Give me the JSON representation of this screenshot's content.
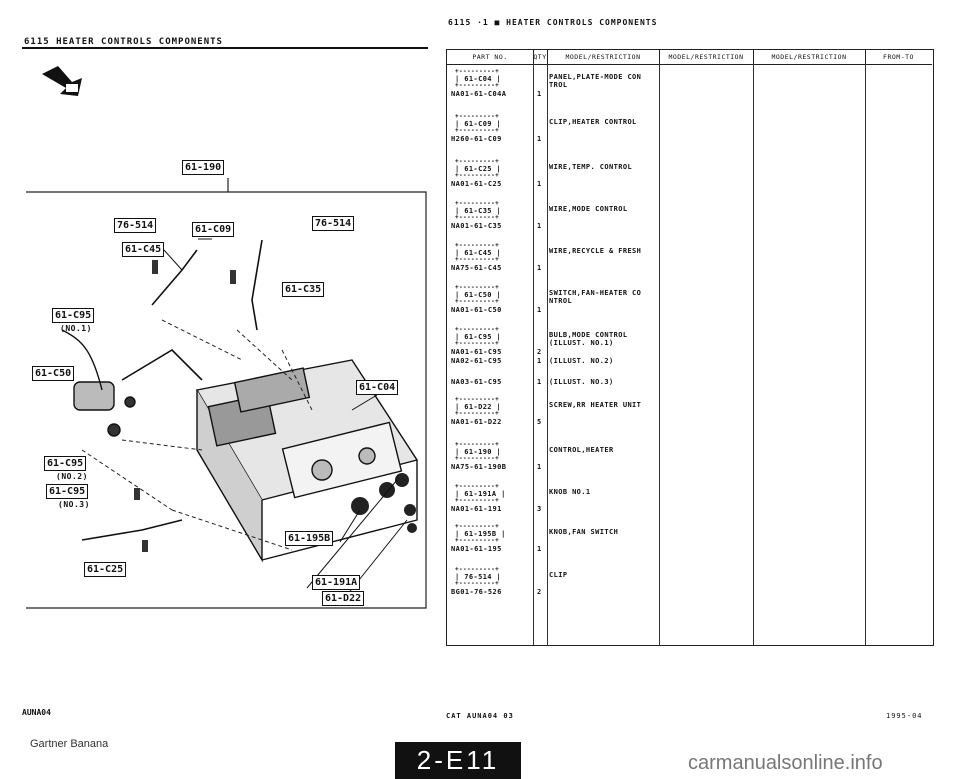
{
  "left_header": {
    "title": "6115    HEATER CONTROLS COMPONENTS"
  },
  "right_header": {
    "title": "6115  ·1 ■  HEATER CONTROLS COMPONENTS"
  },
  "table": {
    "columns": [
      "PART NO.",
      "QTY",
      "MODEL/RESTRICTION",
      "MODEL/RESTRICTION",
      "MODEL/RESTRICTION",
      "FROM-TO"
    ],
    "rows": [
      {
        "code": "61-C04",
        "part_no": "NA01-61-C04A",
        "qty": "1",
        "desc": "PANEL,PLATE-MODE CON TROL"
      },
      {
        "code": "61-C09",
        "part_no": "H260-61-C09",
        "qty": "1",
        "desc": "CLIP,HEATER CONTROL"
      },
      {
        "code": "61-C25",
        "part_no": "NA01-61-C25",
        "qty": "1",
        "desc": "WIRE,TEMP. CONTROL"
      },
      {
        "code": "61-C35",
        "part_no": "NA01-61-C35",
        "qty": "1",
        "desc": "WIRE,MODE CONTROL"
      },
      {
        "code": "61-C45",
        "part_no": "NA75-61-C45",
        "qty": "1",
        "desc": "WIRE,RECYCLE & FRESH"
      },
      {
        "code": "61-C50",
        "part_no": "NA01-61-C50",
        "qty": "1",
        "desc": "SWITCH,FAN-HEATER CO NTROL"
      },
      {
        "code": "61-C95",
        "part_no": "NA01-61-C95",
        "qty": "2",
        "desc": "BULB,MODE CONTROL (ILLUST. NO.1)"
      },
      {
        "code": "",
        "part_no": "NA02-61-C95",
        "qty": "1",
        "desc": "(ILLUST. NO.2)"
      },
      {
        "code": "",
        "part_no": "NA03-61-C95",
        "qty": "1",
        "desc": "(ILLUST. NO.3)"
      },
      {
        "code": "61-D22",
        "part_no": "NA01-61-D22",
        "qty": "5",
        "desc": "SCREW,RR HEATER UNIT"
      },
      {
        "code": "61-190",
        "part_no": "NA75-61-190B",
        "qty": "1",
        "desc": "CONTROL,HEATER"
      },
      {
        "code": "61-191A",
        "part_no": "NA01-61-191",
        "qty": "3",
        "desc": "KNOB NO.1"
      },
      {
        "code": "61-195B",
        "part_no": "NA01-61-195",
        "qty": "1",
        "desc": "KNOB,FAN SWITCH"
      },
      {
        "code": "76-514",
        "part_no": "BG01-76-526",
        "qty": "2",
        "desc": "CLIP"
      }
    ]
  },
  "diagram": {
    "labels": [
      "61-190",
      "76-514",
      "61-C09",
      "76-514",
      "61-C45",
      "61-C35",
      "61-C95",
      "(NO.1)",
      "61-C50",
      "61-C04",
      "61-C95",
      "(NO.2)",
      "61-C95",
      "(NO.3)",
      "61-195B",
      "61-C25",
      "61-191A",
      "61-D22"
    ]
  },
  "footer": {
    "left_code": "AUNA04",
    "cat": "CAT  AUNA04 03",
    "date": "1995-04",
    "credit": "Gartner Banana",
    "page_tab": "2-E11",
    "watermark": "carmanualsonline.info"
  }
}
